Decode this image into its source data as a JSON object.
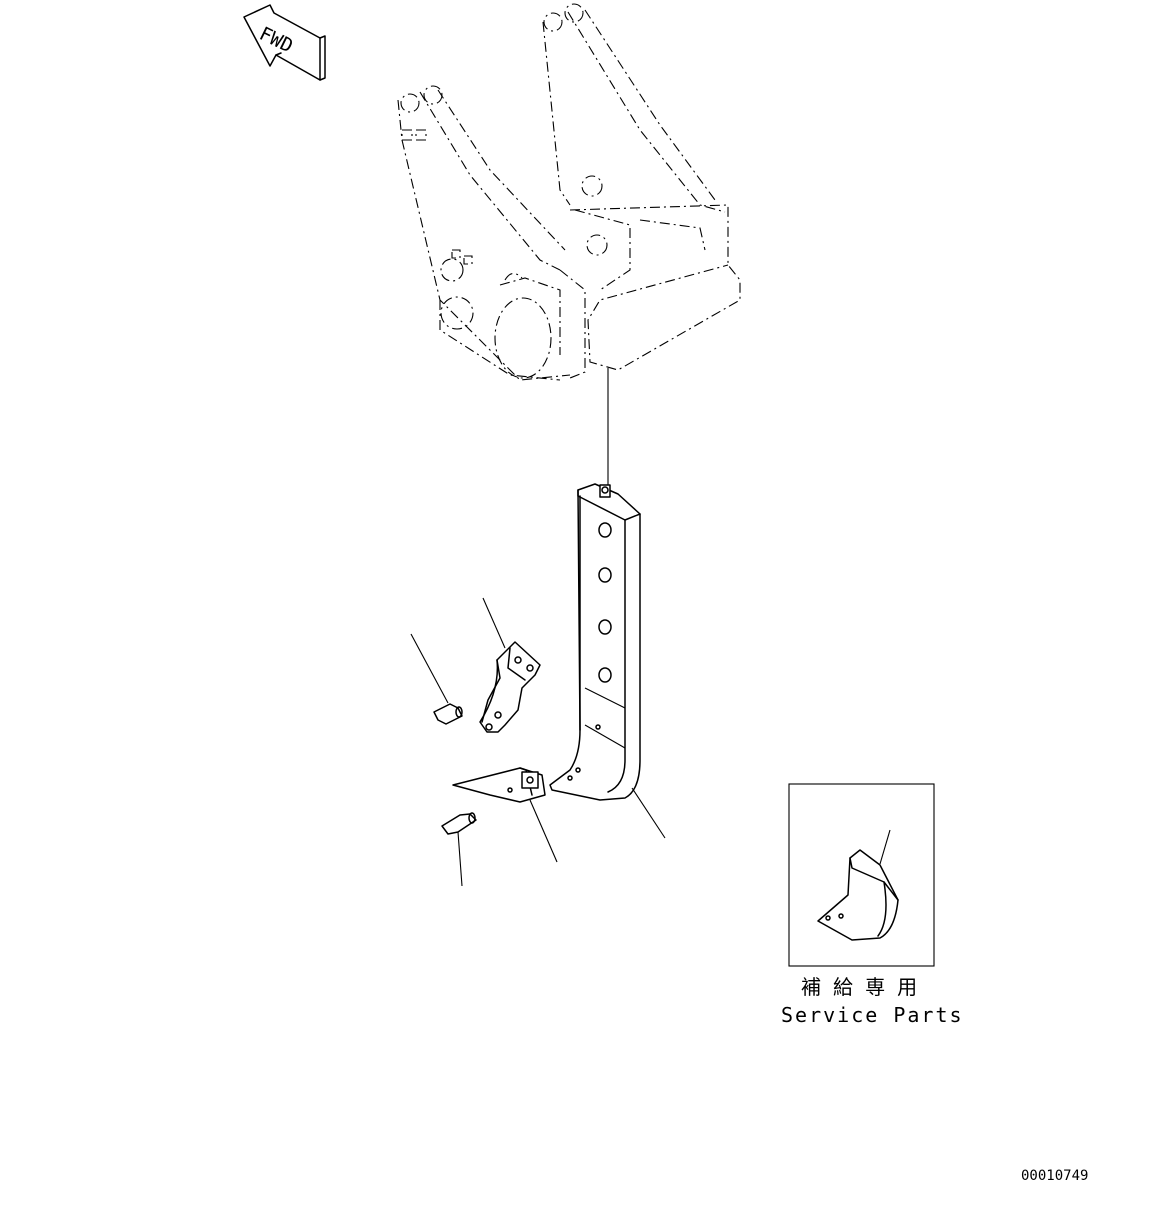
{
  "fwd_label": "FWD",
  "service_parts": {
    "label_jp": "補 給 専 用",
    "label_en": "Service Parts"
  },
  "drawing_number": "00010749"
}
